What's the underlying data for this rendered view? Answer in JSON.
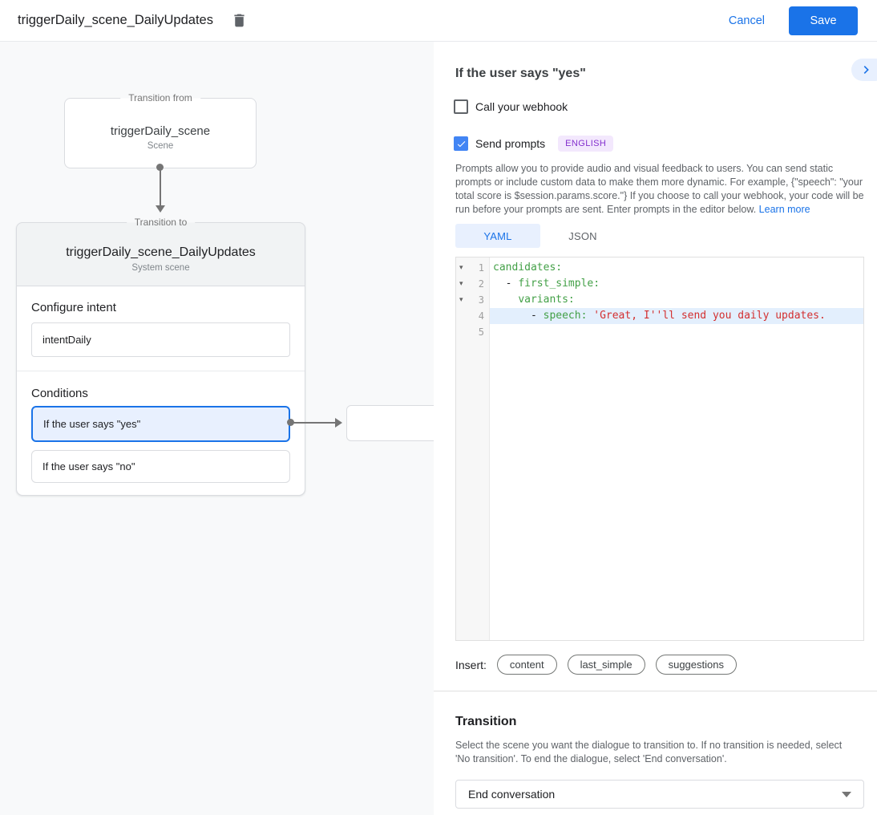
{
  "header": {
    "title": "triggerDaily_scene_DailyUpdates",
    "cancel_label": "Cancel",
    "save_label": "Save"
  },
  "colors": {
    "accent_blue": "#1a73e8",
    "selected_condition_bg": "#e8f0fe",
    "badge_purple_bg": "#f3e8fd",
    "badge_purple_text": "#8430ce",
    "yaml_key_green": "#43a047",
    "yaml_string_red": "#d32f2f",
    "active_line_bg": "#e3effd"
  },
  "icons": {
    "delete": "trash-can",
    "expand": "chevron-right",
    "checked": "checkmark",
    "fold": "triangle-down",
    "dropdown": "caret-down"
  },
  "diagram": {
    "from_box": {
      "legend": "Transition from",
      "name": "triggerDaily_scene",
      "type": "Scene"
    },
    "to_box": {
      "legend": "Transition to",
      "name": "triggerDaily_scene_DailyUpdates",
      "type": "System scene"
    },
    "configure_intent": {
      "label": "Configure intent",
      "value": "intentDaily"
    },
    "conditions": {
      "label": "Conditions",
      "items": [
        {
          "label": "If the user says \"yes\"",
          "selected": true
        },
        {
          "label": "If the user says \"no\"",
          "selected": false
        }
      ]
    }
  },
  "panel": {
    "title": "If the user says \"yes\"",
    "webhook_checkbox": {
      "label": "Call your webhook",
      "checked": false
    },
    "prompts_checkbox": {
      "label": "Send prompts",
      "checked": true,
      "badge": "ENGLISH"
    },
    "description": "Prompts allow you to provide audio and visual feedback to users. You can send static prompts or include custom data to make them more dynamic. For example, {\"speech\": \"your total score is $session.params.score.\"} If you choose to call your webhook, your code will be run before your prompts are sent. Enter prompts in the editor below. ",
    "learn_more": "Learn more",
    "tabs": {
      "yaml": "YAML",
      "json": "JSON",
      "active": "YAML"
    },
    "editor": {
      "lines": [
        {
          "num": "1",
          "key": "candidates:"
        },
        {
          "num": "2",
          "pre": "  - ",
          "key": "first_simple:"
        },
        {
          "num": "3",
          "pre": "    ",
          "key": "variants:"
        },
        {
          "num": "4",
          "pre": "      - ",
          "key": "speech: ",
          "str": "'Great, I''ll send you daily updates."
        },
        {
          "num": "5"
        }
      ]
    },
    "insert": {
      "label": "Insert:",
      "chips": [
        "content",
        "last_simple",
        "suggestions"
      ]
    },
    "transition": {
      "title": "Transition",
      "description": "Select the scene you want the dialogue to transition to. If no transition is needed, select 'No transition'. To end the dialogue, select 'End conversation'.",
      "select_value": "End conversation"
    }
  }
}
